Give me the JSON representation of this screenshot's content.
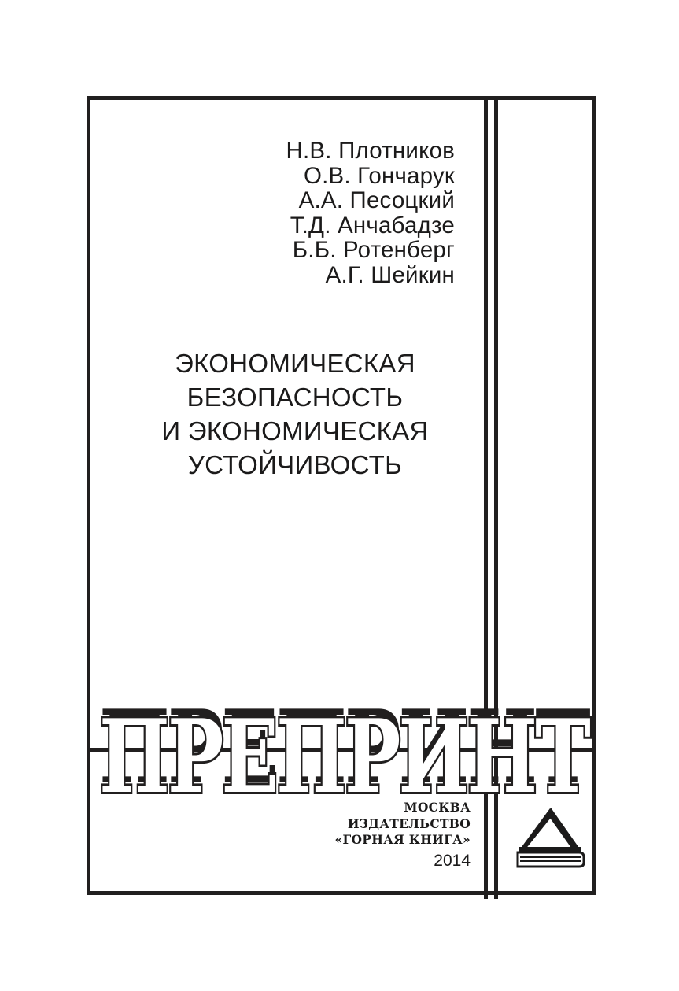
{
  "cover": {
    "background_color": "#ffffff",
    "ink_color": "#211f1f",
    "authors": [
      "Н.В. Плотников",
      "О.В. Гончарук",
      "А.А. Песоцкий",
      "Т.Д. Анчабадзе",
      "Б.Б. Ротенберг",
      "А.Г. Шейкин"
    ],
    "title_lines": [
      "ЭКОНОМИЧЕСКАЯ",
      "БЕЗОПАСНОСТЬ",
      "И ЭКОНОМИЧЕСКАЯ",
      "УСТОЙЧИВОСТЬ"
    ],
    "series_wordmark": "ПРЕПРИНТ",
    "imprint": {
      "city": "МОСКВА",
      "publisher_label": "ИЗДАТЕЛЬСТВО",
      "publisher_name": "«ГОРНАЯ КНИГА»",
      "year": "2014"
    },
    "logo": {
      "name": "gornaya-kniga-logo",
      "description": "mountain triangle above an open book"
    }
  }
}
